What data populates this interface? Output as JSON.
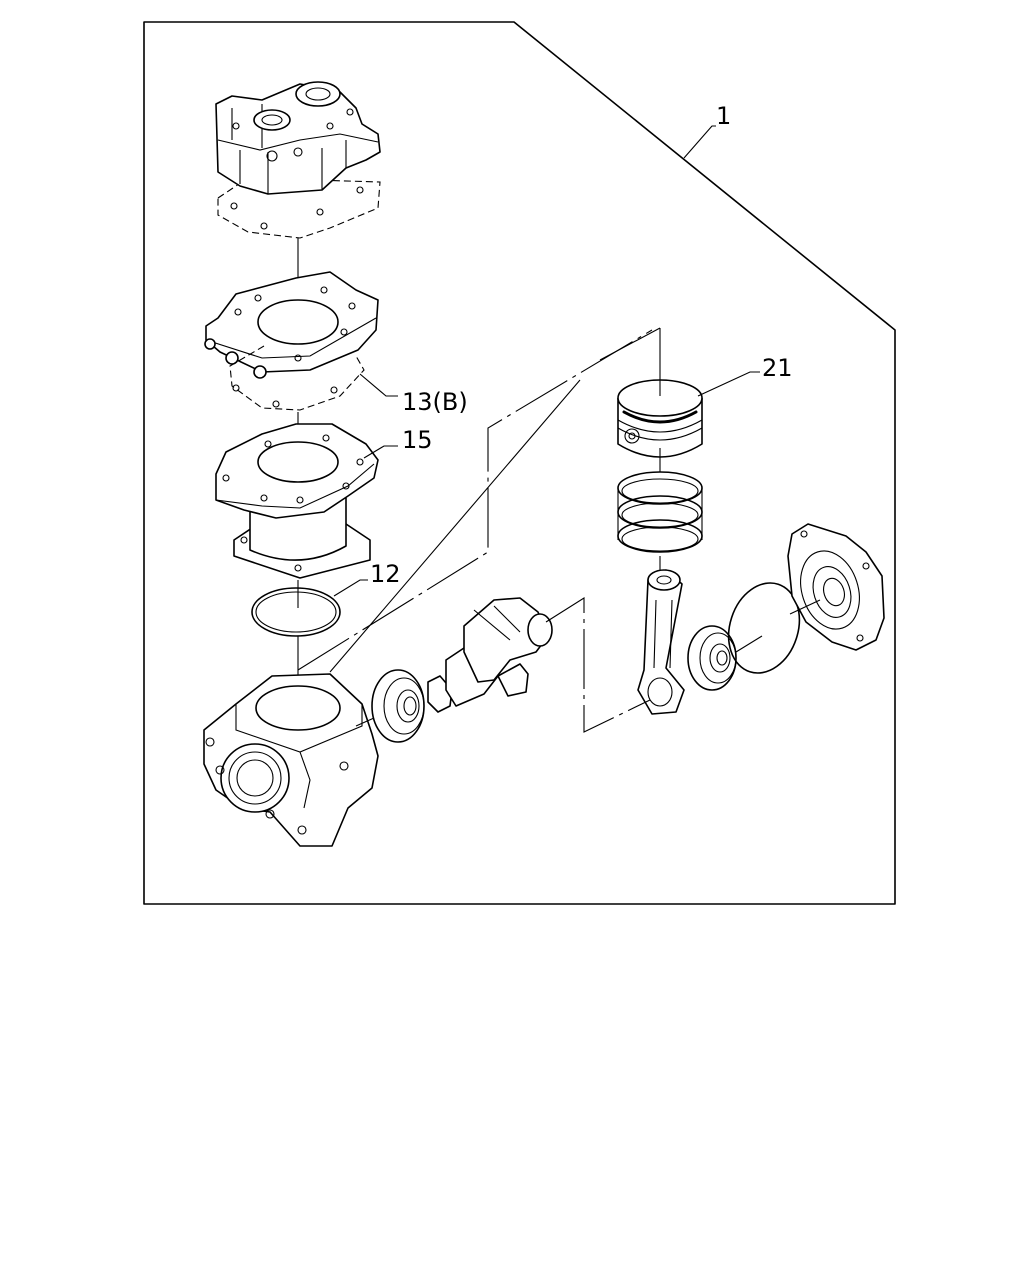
{
  "callouts": {
    "assembly": "1",
    "piston": "21",
    "gasket": "13(B)",
    "cylinder": "15",
    "o_ring": "12"
  },
  "colors": {
    "line": "#000000",
    "background": "#ffffff"
  }
}
